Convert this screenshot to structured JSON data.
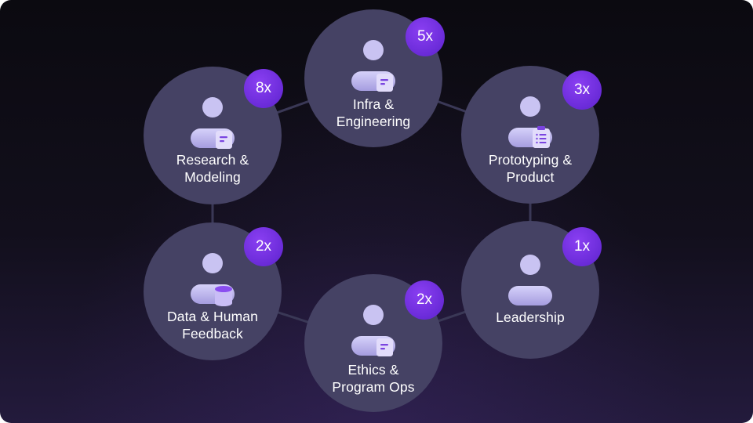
{
  "diagram": {
    "nodes": [
      {
        "id": "infra",
        "label_lines": [
          "Infra &",
          "Engineering"
        ],
        "multiplier": "5x",
        "icon": "document-icon"
      },
      {
        "id": "prototyping",
        "label_lines": [
          "Prototyping &",
          "Product"
        ],
        "multiplier": "3x",
        "icon": "clipboard-list-icon"
      },
      {
        "id": "leadership",
        "label_lines": [
          "Leadership"
        ],
        "multiplier": "1x",
        "icon": "none"
      },
      {
        "id": "ethics",
        "label_lines": [
          "Ethics &",
          "Program Ops"
        ],
        "multiplier": "2x",
        "icon": "document-icon"
      },
      {
        "id": "data",
        "label_lines": [
          "Data & Human",
          "Feedback"
        ],
        "multiplier": "2x",
        "icon": "database-icon"
      },
      {
        "id": "research",
        "label_lines": [
          "Research &",
          "Modeling"
        ],
        "multiplier": "8x",
        "icon": "document-icon"
      }
    ],
    "connections": [
      [
        "research",
        "infra"
      ],
      [
        "infra",
        "prototyping"
      ],
      [
        "prototyping",
        "leadership"
      ],
      [
        "leadership",
        "ethics"
      ],
      [
        "ethics",
        "data"
      ],
      [
        "data",
        "research"
      ]
    ],
    "colors": {
      "node_fill": "#454264",
      "badge": "#7433e6",
      "connector": "#3a3856",
      "person": "#c9c3f2",
      "background": "#0f0d16"
    }
  }
}
